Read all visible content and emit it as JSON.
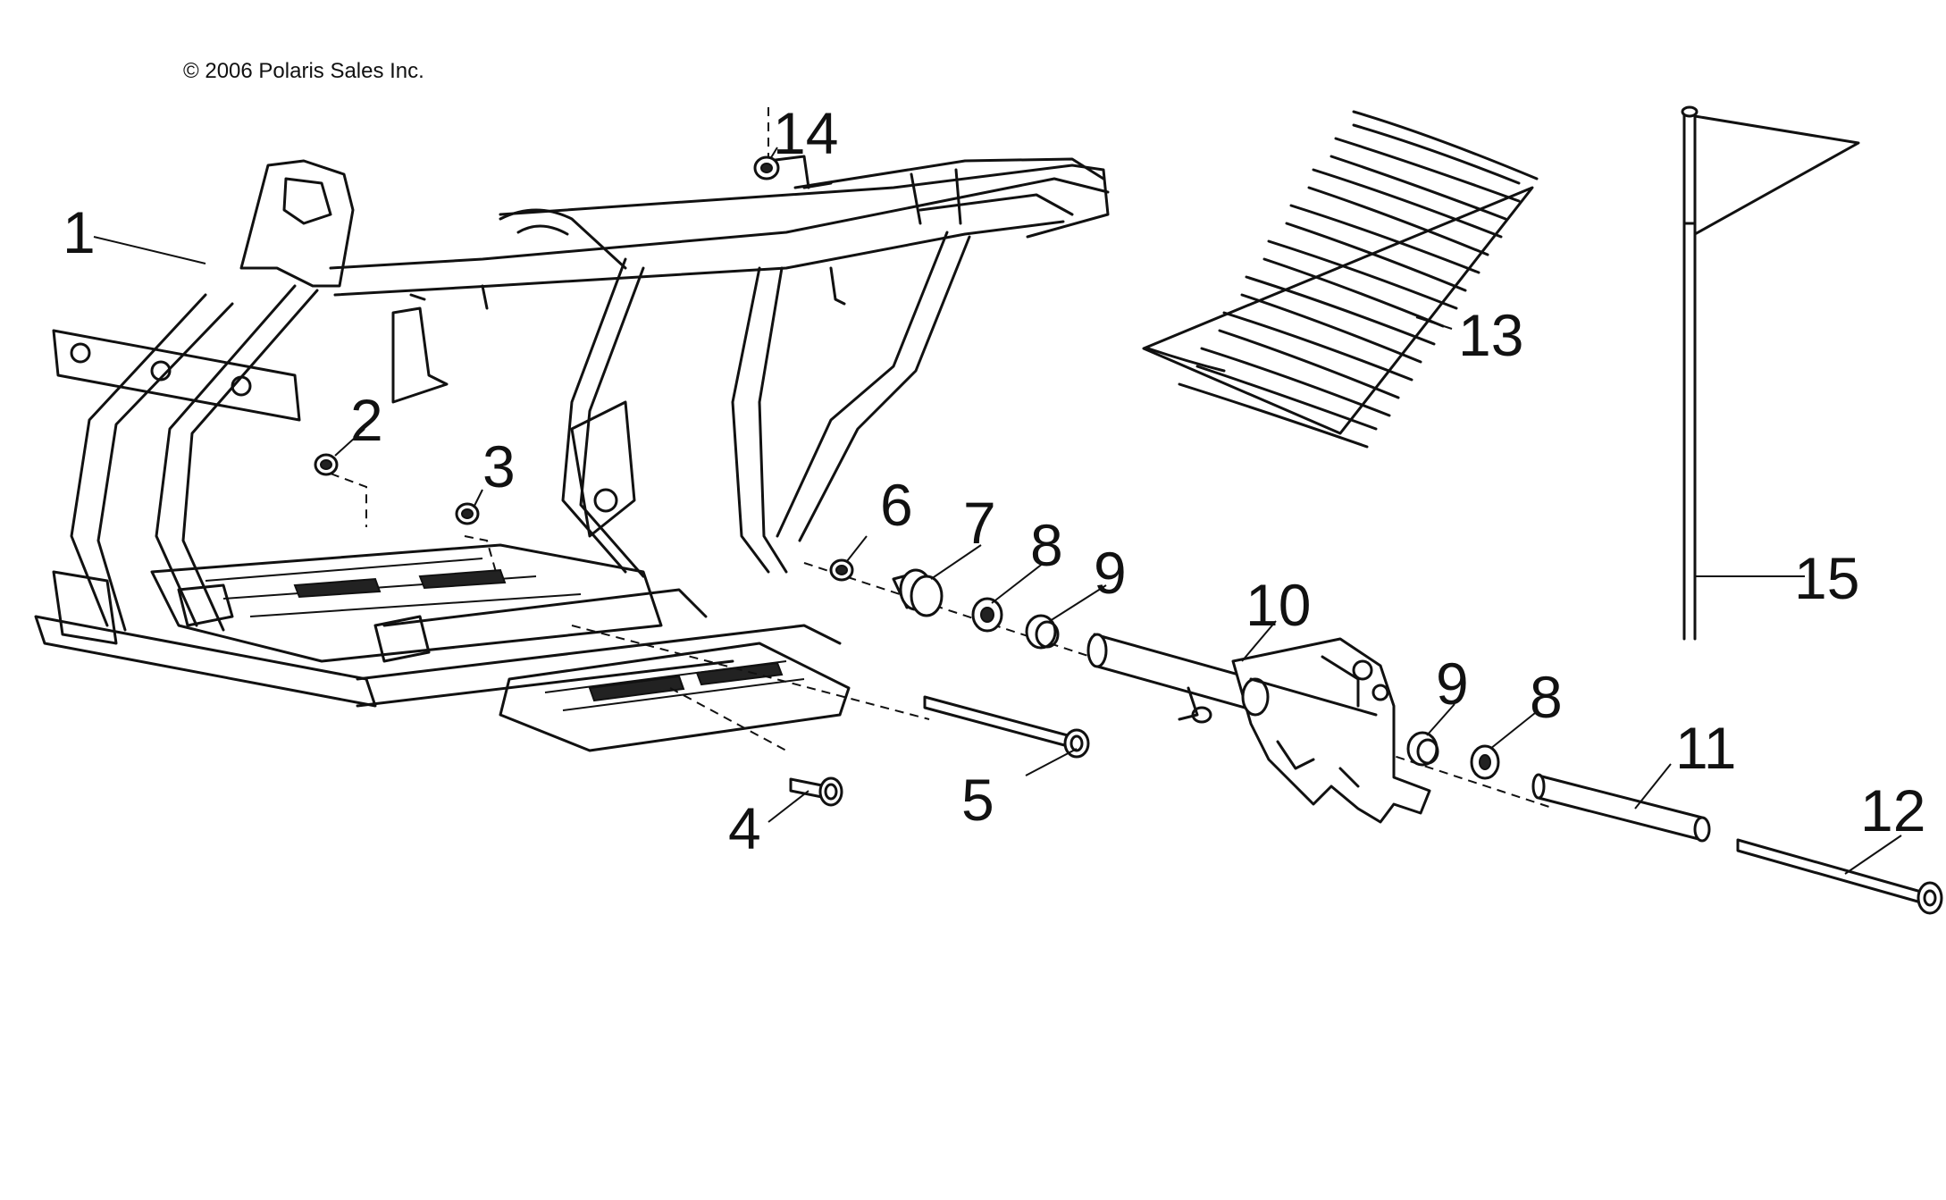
{
  "diagram": {
    "copyright": "© 2006 Polaris Sales Inc.",
    "callouts": [
      {
        "id": "1",
        "label": "1"
      },
      {
        "id": "2",
        "label": "2"
      },
      {
        "id": "3",
        "label": "3"
      },
      {
        "id": "4",
        "label": "4"
      },
      {
        "id": "5",
        "label": "5"
      },
      {
        "id": "6",
        "label": "6"
      },
      {
        "id": "7",
        "label": "7"
      },
      {
        "id": "8a",
        "label": "8"
      },
      {
        "id": "9a",
        "label": "9"
      },
      {
        "id": "10",
        "label": "10"
      },
      {
        "id": "9b",
        "label": "9"
      },
      {
        "id": "8b",
        "label": "8"
      },
      {
        "id": "11",
        "label": "11"
      },
      {
        "id": "12",
        "label": "12"
      },
      {
        "id": "13",
        "label": "13"
      },
      {
        "id": "14",
        "label": "14"
      },
      {
        "id": "15",
        "label": "15"
      }
    ]
  }
}
